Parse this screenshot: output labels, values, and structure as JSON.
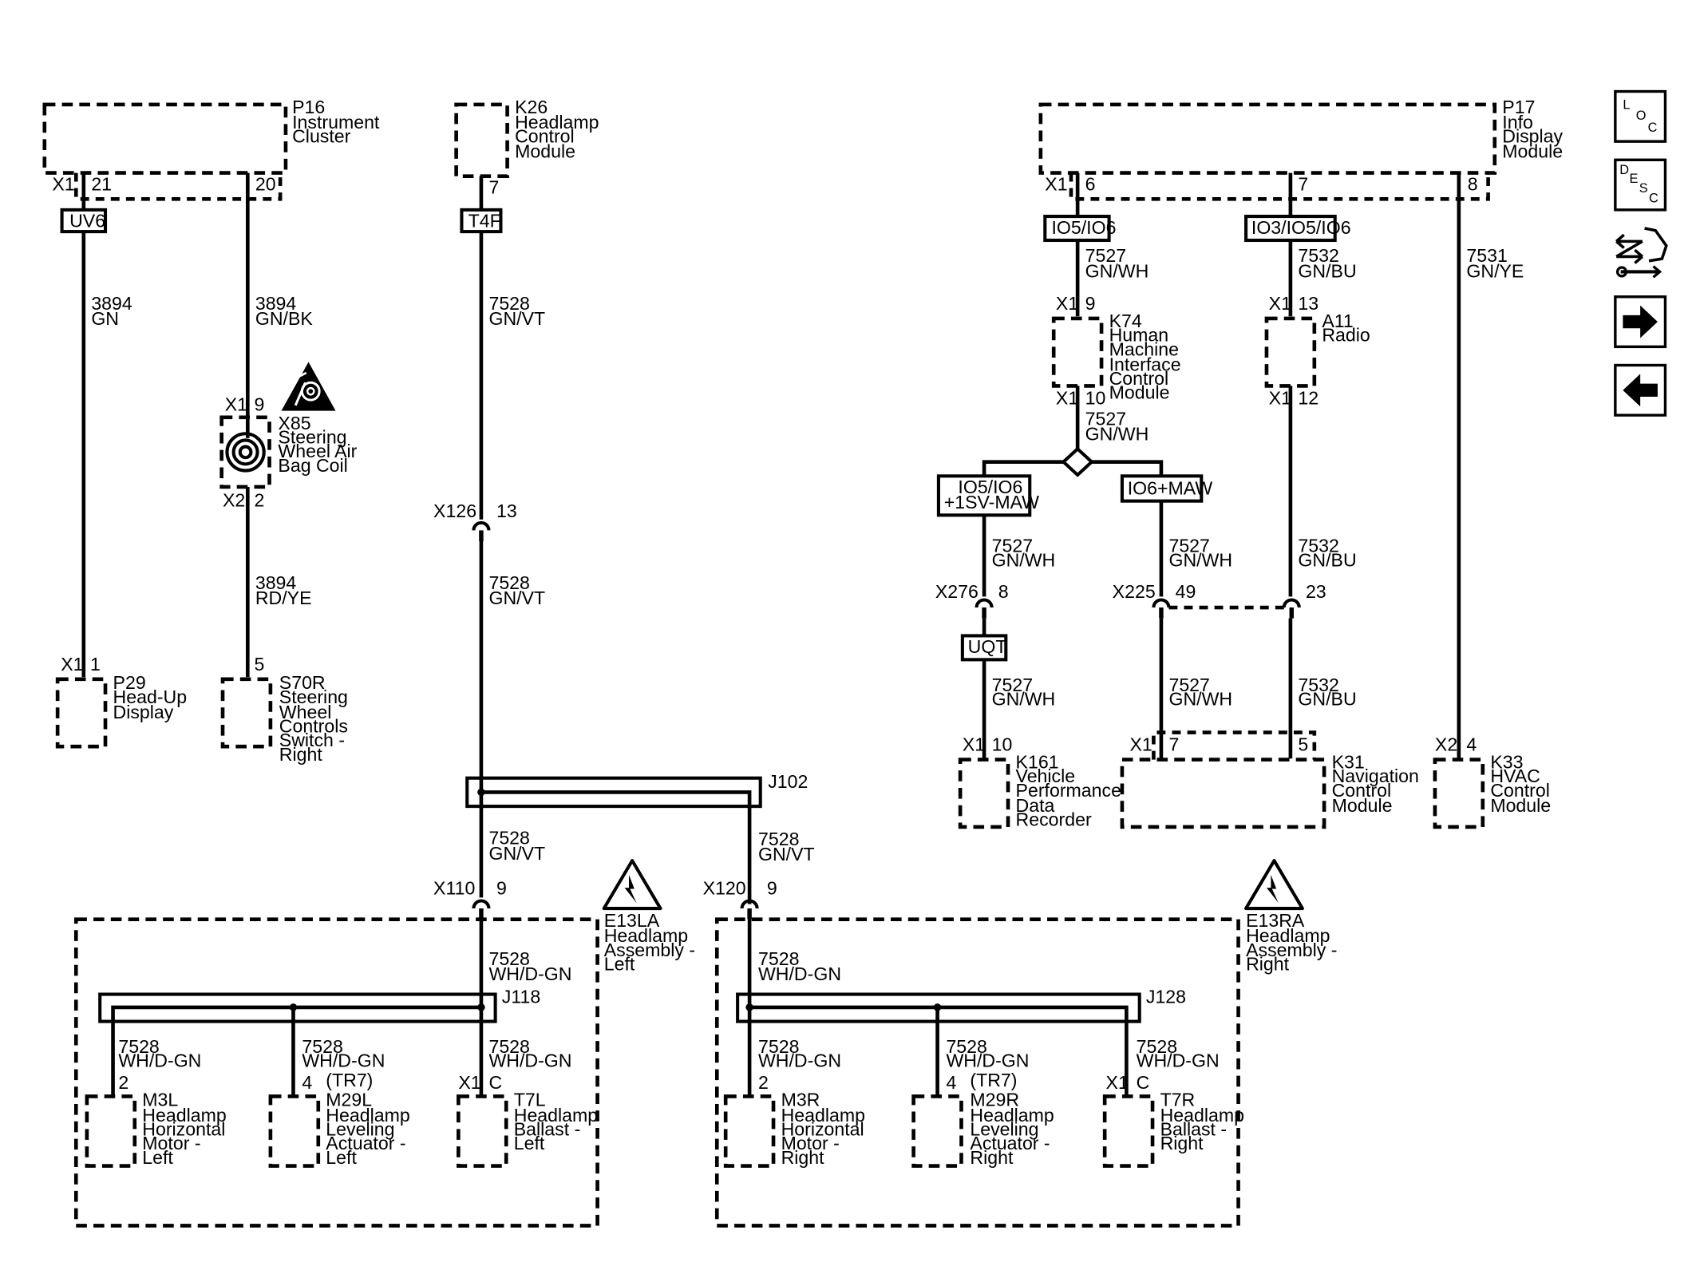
{
  "modules": {
    "p16": {
      "id": "P16",
      "name": [
        "Instrument",
        "Cluster"
      ]
    },
    "k26": {
      "id": "K26",
      "name": [
        "Headlamp",
        "Control",
        "Module"
      ]
    },
    "p17": {
      "id": "P17",
      "name": [
        "Info",
        "Display",
        "Module"
      ]
    },
    "x85": {
      "id": "X85",
      "name": [
        "Steering",
        "Wheel Air",
        "Bag Coil"
      ]
    },
    "p29": {
      "id": "P29",
      "name": [
        "Head-Up",
        "Display"
      ]
    },
    "s70r": {
      "id": "S70R",
      "name": [
        "Steering",
        "Wheel",
        "Controls",
        "Switch -",
        "Right"
      ]
    },
    "k74": {
      "id": "K74",
      "name": [
        "Human",
        "Machine",
        "Interface",
        "Control",
        "Module"
      ]
    },
    "a11": {
      "id": "A11",
      "name": [
        "Radio"
      ]
    },
    "k161": {
      "id": "K161",
      "name": [
        "Vehicle",
        "Performance",
        "Data",
        "Recorder"
      ]
    },
    "k31": {
      "id": "K31",
      "name": [
        "Navigation",
        "Control",
        "Module"
      ]
    },
    "k33": {
      "id": "K33",
      "name": [
        "HVAC",
        "Control",
        "Module"
      ]
    },
    "e13la": {
      "id": "E13LA",
      "name": [
        "Headlamp",
        "Assembly -",
        "Left"
      ]
    },
    "e13ra": {
      "id": "E13RA",
      "name": [
        "Headlamp",
        "Assembly -",
        "Right"
      ]
    },
    "m3l": {
      "id": "M3L",
      "name": [
        "Headlamp",
        "Horizontal",
        "Motor -",
        "Left"
      ]
    },
    "m29l": {
      "id": "M29L",
      "name": [
        "Headlamp",
        "Leveling",
        "Actuator -",
        "Left"
      ]
    },
    "t7l": {
      "id": "T7L",
      "name": [
        "Headlamp",
        "Ballast -",
        "Left"
      ]
    },
    "m3r": {
      "id": "M3R",
      "name": [
        "Headlamp",
        "Horizontal",
        "Motor -",
        "Right"
      ]
    },
    "m29r": {
      "id": "M29R",
      "name": [
        "Headlamp",
        "Leveling",
        "Actuator -",
        "Right"
      ]
    },
    "t7r": {
      "id": "T7R",
      "name": [
        "Headlamp",
        "Ballast -",
        "Right"
      ]
    }
  },
  "connectors": {
    "x1": "X1",
    "x2": "X2",
    "x126": "X126",
    "x110": "X110",
    "x120": "X120",
    "x276": "X276",
    "x225": "X225"
  },
  "pins": {
    "p16_21": "21",
    "p16_20": "20",
    "k26_7": "7",
    "p17_6": "6",
    "p17_7": "7",
    "p17_8": "8",
    "x85_9": "9",
    "x85_2": "2",
    "p29_1": "1",
    "s70r_5": "5",
    "x126_13": "13",
    "k74_9": "9",
    "k74_10": "10",
    "a11_13": "13",
    "a11_12": "12",
    "x276_8": "8",
    "x225_49": "49",
    "x225_23": "23",
    "k161_10": "10",
    "k31_7": "7",
    "k31_5": "5",
    "k33_4": "4",
    "x110_9": "9",
    "x120_9": "9",
    "m3l_2": "2",
    "m29l_4": "4",
    "t7l_c": "C",
    "m3r_2": "2",
    "m29r_4": "4",
    "t7r_c": "C"
  },
  "options": {
    "uv6": "UV6",
    "t4f": "T4F",
    "io5_io6": "IO5/IO6",
    "io3_io5_io6": "IO3/IO5/IO6",
    "io5_io6_1sv": [
      "IO5/IO6",
      "+1SV-MAW"
    ],
    "io6_maw": "IO6+MAW",
    "uqt": "UQT",
    "tr7": "(TR7)"
  },
  "splices": {
    "j102": "J102",
    "j118": "J118",
    "j128": "J128"
  },
  "wires": {
    "w3894_gn": {
      "circuit": "3894",
      "color": "GN"
    },
    "w3894_gnbk": {
      "circuit": "3894",
      "color": "GN/BK"
    },
    "w3894_rdye": {
      "circuit": "3894",
      "color": "RD/YE"
    },
    "w7528_gnvt": {
      "circuit": "7528",
      "color": "GN/VT"
    },
    "w7528_whdgn": {
      "circuit": "7528",
      "color": "WH/D-GN"
    },
    "w7527_gnwh": {
      "circuit": "7527",
      "color": "GN/WH"
    },
    "w7532_gnbu": {
      "circuit": "7532",
      "color": "GN/BU"
    },
    "w7531_gnye": {
      "circuit": "7531",
      "color": "GN/YE"
    }
  },
  "nav_icons": [
    {
      "name": "location-icon",
      "letters": [
        "L",
        "O",
        "C"
      ]
    },
    {
      "name": "description-icon",
      "letters": [
        "D",
        "E",
        "S",
        "C"
      ]
    },
    {
      "name": "connector-tools-icon"
    },
    {
      "name": "forward-arrow-icon"
    },
    {
      "name": "back-arrow-icon"
    }
  ]
}
